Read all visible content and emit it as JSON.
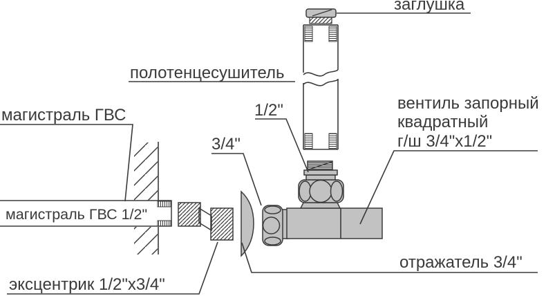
{
  "diagram": {
    "labels": {
      "plug": "заглушка",
      "towel_rail": "полотенцесушитель",
      "supply_main": "магистраль ГВС",
      "supply_main_size": "магистраль ГВС 1/2\"",
      "valve_top_size": "1/2\"",
      "valve_side_size": "3/4\"",
      "valve_name_line1": "вентиль запорный",
      "valve_name_line2": "квадратный",
      "valve_name_line3": "г/ш 3/4\"x1/2\"",
      "reflector": "отражатель 3/4\"",
      "eccentric": "эксцентрик 1/2\"x3/4\""
    },
    "colors": {
      "line": "#3a3a3a",
      "metal_gray": "#c2c2c2",
      "background": "#ffffff"
    }
  }
}
